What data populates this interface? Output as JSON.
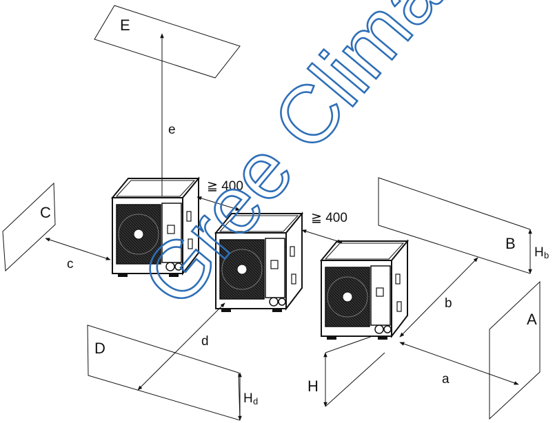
{
  "planes": {
    "A": "A",
    "B": "B",
    "C": "C",
    "D": "D",
    "E": "E"
  },
  "dimensions": {
    "a": "a",
    "b": "b",
    "c": "c",
    "d": "d",
    "e": "e",
    "H": "H",
    "Hb_main": "H",
    "Hb_sub": "b",
    "Hd_main": "H",
    "Hd_sub": "d"
  },
  "gaps": {
    "gap_1": "≧ 400",
    "gap_2": "≧ 400"
  },
  "watermark": "Gree Climat",
  "colors": {
    "watermark": "#2e6fb7",
    "lines": "#111111"
  }
}
